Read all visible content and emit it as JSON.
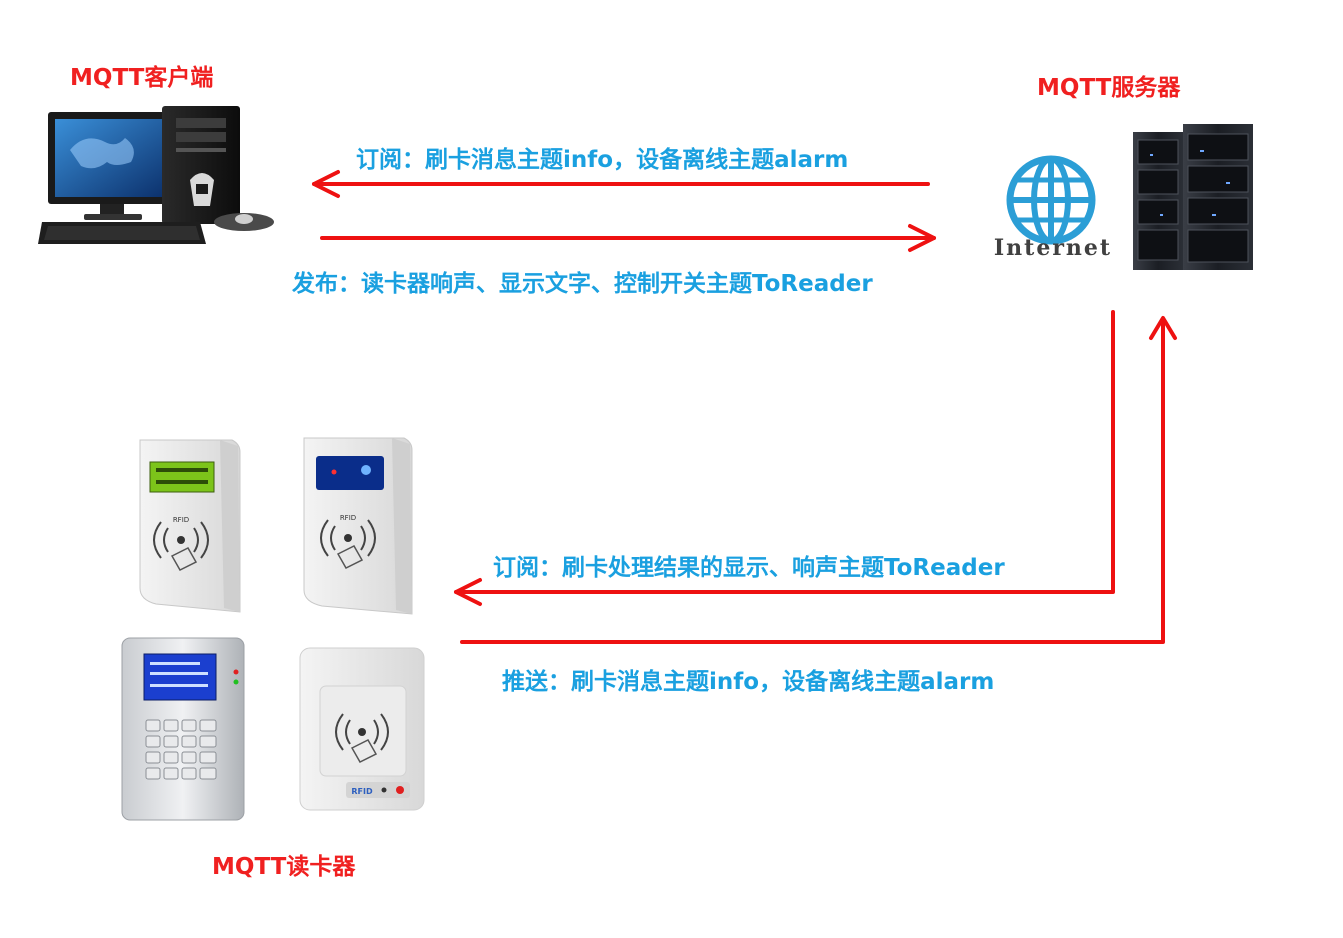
{
  "nodes": {
    "client": {
      "title": "MQTT客户端"
    },
    "server": {
      "title": "MQTT服务器",
      "globe_text": "Internet"
    },
    "reader": {
      "title": "MQTT读卡器",
      "device_rfid_text": "RFID"
    }
  },
  "messages": {
    "client_subscribe": "订阅：刷卡消息主题info，设备离线主题alarm",
    "client_publish": "发布：读卡器响声、显示文字、控制开关主题ToReader",
    "reader_subscribe": "订阅：刷卡处理结果的显示、响声主题ToReader",
    "reader_push": "推送：刷卡消息主题info，设备离线主题alarm"
  },
  "colors": {
    "arrow": "#ee1111",
    "node_title": "#f02020",
    "message_text": "#1aa0e0"
  }
}
